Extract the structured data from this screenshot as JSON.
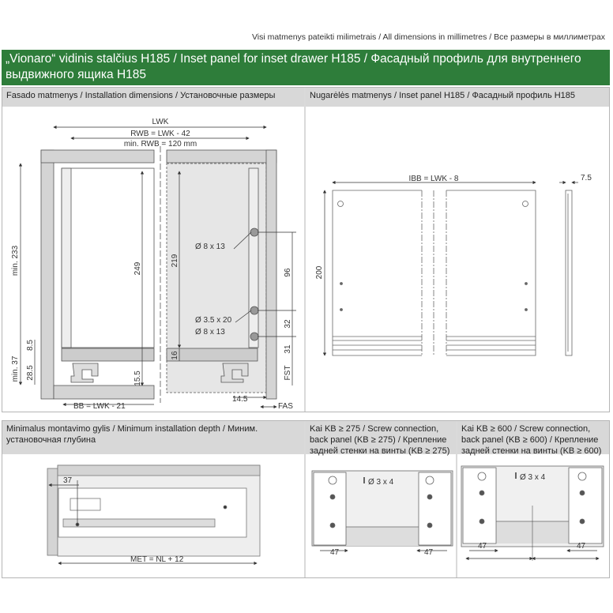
{
  "note": "Visi matmenys pateikti milimetrais / All dimensions in millimetres / Все размеры в миллиметрах",
  "title": "„Vionaro“ vidinis stalčius H185 / Inset panel for inset drawer H185 / Фасадный профиль для внутреннего выдвижного ящика H185",
  "sections": {
    "installation": {
      "header": "Fasado matmenys / Installation dimensions / Установочные размеры",
      "labels": {
        "lwk": "LWK",
        "rwb": "RWB = LWK - 42",
        "min_rwb": "min. RWB = 120 mm",
        "min233": "min. 233",
        "d249": "249",
        "d219": "219",
        "dowel1": "Ø 8 x 13",
        "screw": "Ø 3.5 x 20",
        "dowel2": "Ø 8 x 13",
        "d96": "96",
        "d32": "32",
        "d31": "31",
        "fst": "FST",
        "d8_5": "8.5",
        "min37": "min. 37",
        "d28_5": "28.5",
        "d15_5": "15.5",
        "d16": "16",
        "d14_5": "14.5",
        "fas": "FAS",
        "bb": "BB = LWK - 21"
      }
    },
    "inset_panel": {
      "header": "Nugarėlės matmenys / Inset panel H185 / Фасадный профиль H185",
      "labels": {
        "ibb": "IBB = LWK - 8",
        "h200": "200",
        "t7_5": "7.5"
      }
    },
    "min_depth": {
      "header": "Minimalus montavimo gylis / Minimum installation depth / Миним. установочная глубина",
      "labels": {
        "d37": "37",
        "met": "MET = NL + 12"
      }
    },
    "kb275": {
      "header": "Kai KB ≥ 275 / Screw connection, back panel (KB ≥ 275) / Крепление задней стенки на винты (KB ≥ 275)",
      "labels": {
        "screw": "Ø 3 x 4",
        "left": "47",
        "right": "47"
      }
    },
    "kb600": {
      "header": "Kai KB ≥ 600 / Screw connection, back panel (KB ≥ 600) / Крепление задней стенки на винты (KB ≥ 600)",
      "labels": {
        "screw": "Ø 3 x 4",
        "left": "47",
        "right": "47"
      }
    }
  },
  "colors": {
    "green": "#2e7d3a",
    "header_gray": "#d8d8d8",
    "cabinet_gray": "#d4d4d4"
  }
}
